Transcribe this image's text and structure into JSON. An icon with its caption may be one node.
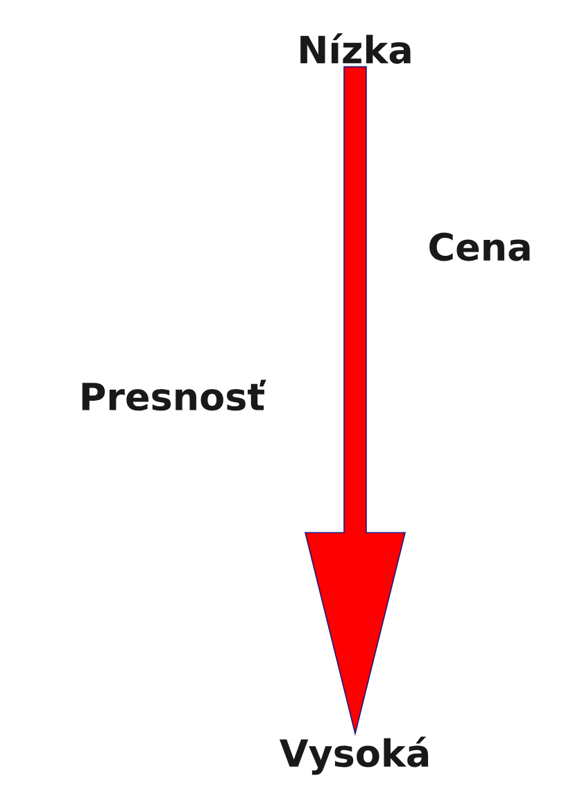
{
  "diagram": {
    "nodes": [
      {
        "text": [
          "Nízka"
        ]
      },
      {
        "text": [
          "Vysoká"
        ]
      }
    ],
    "edges": [
      {
        "from": 0,
        "to": 1,
        "arrow": "to"
      }
    ],
    "labels": [
      "Cena",
      "Presnosť"
    ]
  }
}
